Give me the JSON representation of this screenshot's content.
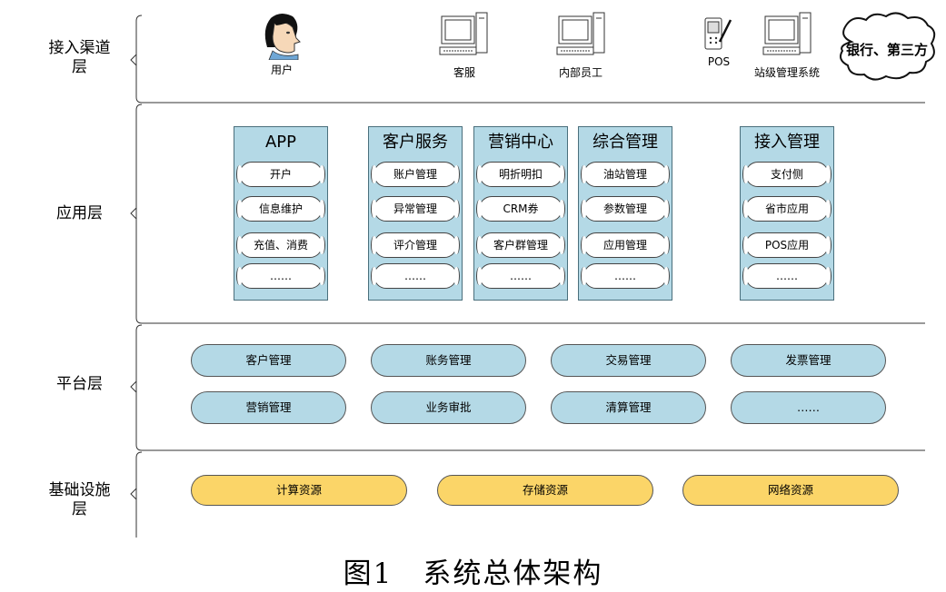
{
  "layers": {
    "access": "接入渠道\n层",
    "application": "应用层",
    "platform": "平台层",
    "infrastructure": "基础设施\n层"
  },
  "channels": {
    "user": "用户",
    "customer_service": "客服",
    "internal_staff": "内部员工",
    "pos": "POS",
    "station_system": "站级管理系统",
    "cloud": "银行、第三方"
  },
  "modules": [
    {
      "title": "APP",
      "items": [
        "开户",
        "信息维护",
        "充值、消费",
        "……"
      ]
    },
    {
      "title": "客户服务",
      "items": [
        "账户管理",
        "异常管理",
        "评介管理",
        "……"
      ]
    },
    {
      "title": "营销中心",
      "items": [
        "明折明扣",
        "CRM券",
        "客户群管理",
        "……"
      ]
    },
    {
      "title": "综合管理",
      "items": [
        "油站管理",
        "参数管理",
        "应用管理",
        "……"
      ]
    },
    {
      "title": "接入管理",
      "items": [
        "支付侧",
        "省市应用",
        "POS应用",
        "……"
      ]
    }
  ],
  "platform": [
    [
      "客户管理",
      "账务管理",
      "交易管理",
      "发票管理"
    ],
    [
      "营销管理",
      "业务审批",
      "清算管理",
      "……"
    ]
  ],
  "infrastructure": [
    "计算资源",
    "存储资源",
    "网络资源"
  ],
  "caption": "图1　系统总体架构",
  "colors": {
    "module_bg": "#b4d9e6",
    "infra_bg": "#fbd568"
  }
}
